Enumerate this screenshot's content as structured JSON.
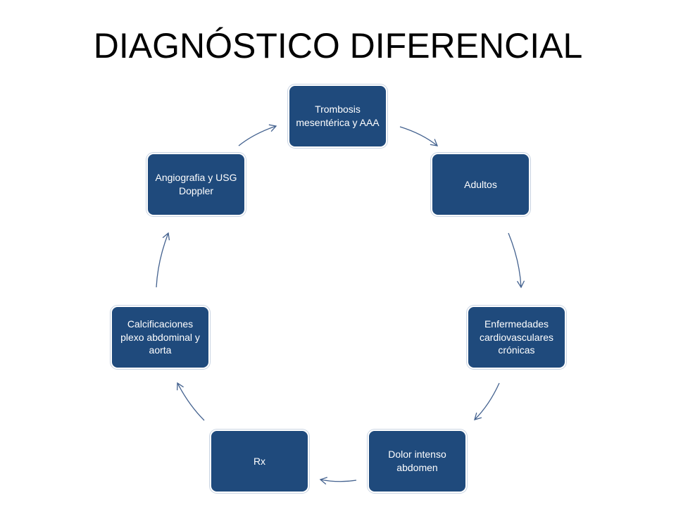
{
  "title": "DIAGNÓSTICO DIFERENCIAL",
  "cycle": {
    "nodes": [
      {
        "label": "Trombosis mesentérica y AAA"
      },
      {
        "label": "Adultos"
      },
      {
        "label": "Enfermedades cardiovasculares crónicas"
      },
      {
        "label": "Dolor intenso abdomen"
      },
      {
        "label": "Rx"
      },
      {
        "label": "Calcificaciones plexo abdominal y aorta"
      },
      {
        "label": "Angiografia y USG Doppler"
      }
    ],
    "node_color": "#1f4a7c",
    "arrow_color": "#44628f"
  }
}
